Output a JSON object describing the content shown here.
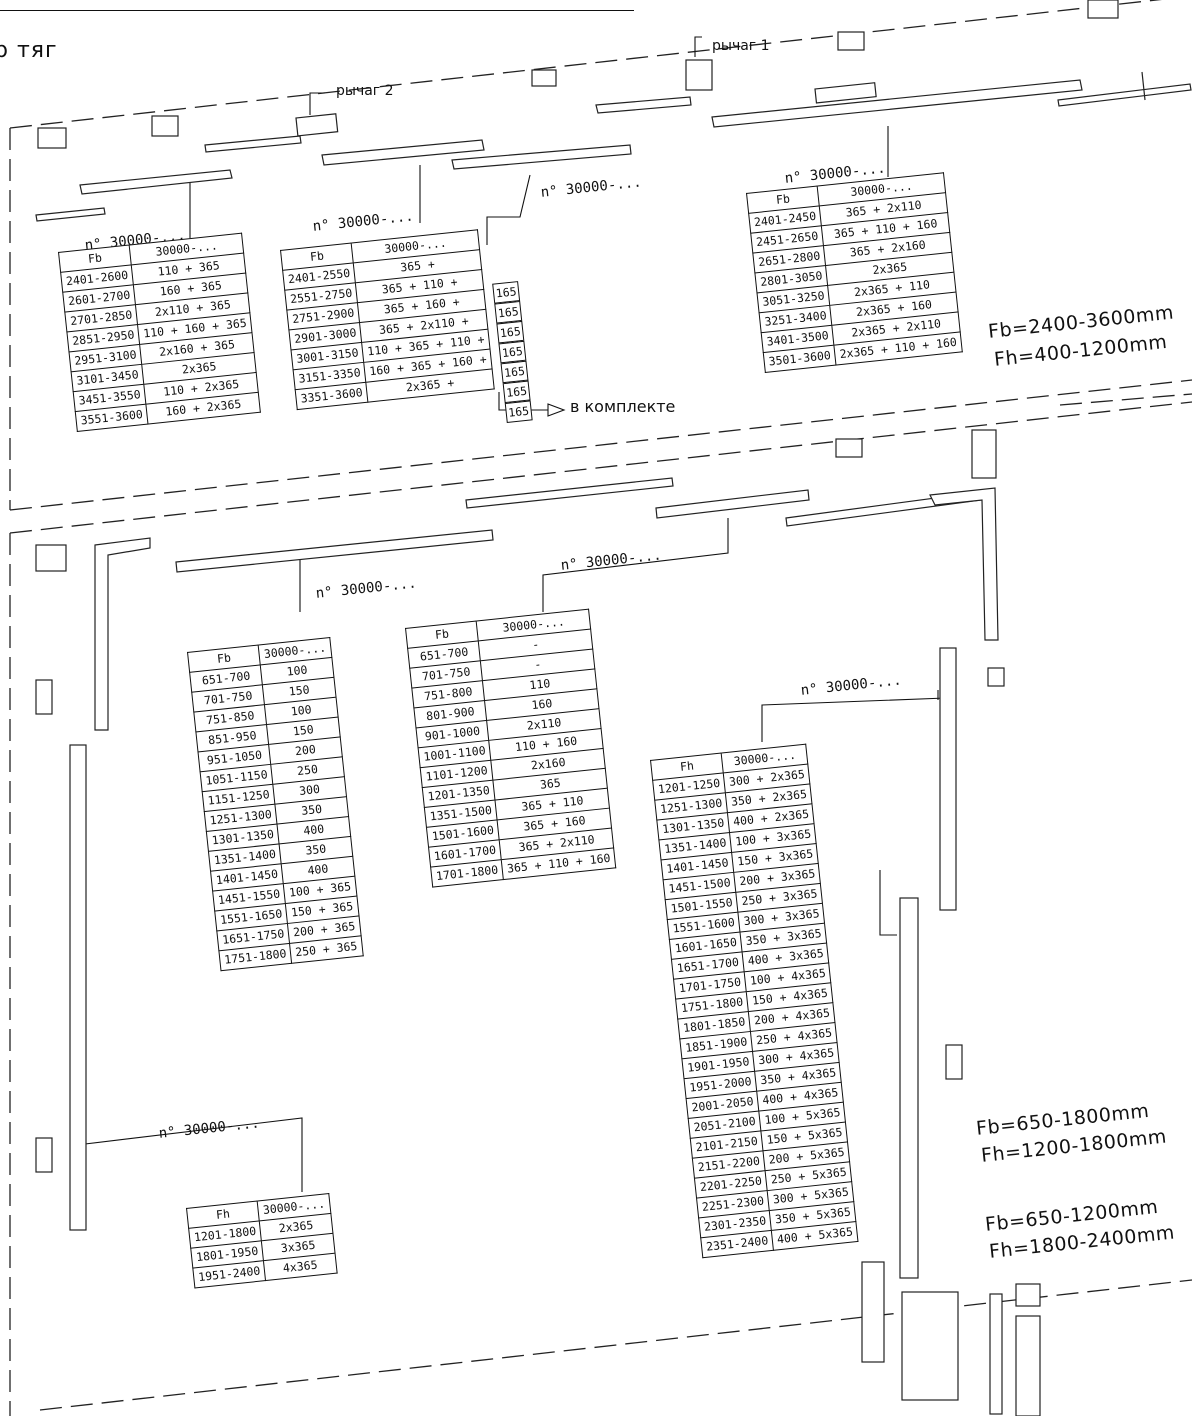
{
  "heading": "р тяг",
  "levers": {
    "lever_1": "рычаг 1",
    "lever_2": "рычаг 2"
  },
  "included_label": "в комплекте",
  "top_section": {
    "dimensions": {
      "fb": "Fb=2400-3600mm",
      "fh": "Fh=400-1200mm"
    },
    "table_a": {
      "callout": "n° 30000-...",
      "header": [
        "Fb",
        "30000-..."
      ],
      "rows": [
        [
          "2401-2600",
          "110 + 365"
        ],
        [
          "2601-2700",
          "160 + 365"
        ],
        [
          "2701-2850",
          "2x110 + 365"
        ],
        [
          "2851-2950",
          "110 + 160 + 365"
        ],
        [
          "2951-3100",
          "2x160 + 365"
        ],
        [
          "3101-3450",
          "2x365"
        ],
        [
          "3451-3550",
          "110 + 2x365"
        ],
        [
          "3551-3600",
          "160 + 2x365"
        ]
      ]
    },
    "table_b": {
      "callout": "n° 30000-...",
      "header": [
        "Fb",
        "30000-..."
      ],
      "rows": [
        [
          "2401-2550",
          "365 +"
        ],
        [
          "2551-2750",
          "365 + 110 +"
        ],
        [
          "2751-2900",
          "365 + 160 +"
        ],
        [
          "2901-3000",
          "365 + 2x110 +"
        ],
        [
          "3001-3150",
          "110 + 365 + 110 +"
        ],
        [
          "3151-3350",
          "160 + 365 + 160 +"
        ],
        [
          "3351-3600",
          "2x365 +"
        ]
      ],
      "side_callout": "n° 30000-...",
      "side_values": [
        "165",
        "165",
        "165",
        "165",
        "165",
        "165",
        "165"
      ]
    },
    "table_c": {
      "callout": "n° 30000-...",
      "header": [
        "Fb",
        "30000-..."
      ],
      "rows": [
        [
          "2401-2450",
          "365 + 2x110"
        ],
        [
          "2451-2650",
          "365 + 110 + 160"
        ],
        [
          "2651-2800",
          "365 + 2x160"
        ],
        [
          "2801-3050",
          "2x365"
        ],
        [
          "3051-3250",
          "2x365 + 110"
        ],
        [
          "3251-3400",
          "2x365 + 160"
        ],
        [
          "3401-3500",
          "2x365 + 2x110"
        ],
        [
          "3501-3600",
          "2x365 + 110 + 160"
        ]
      ]
    }
  },
  "bottom_section": {
    "dimensions": {
      "fb_1": "Fb=650-1800mm",
      "fh_1": "Fh=1200-1800mm",
      "fb_2": "Fb=650-1200mm",
      "fh_2": "Fh=1800-2400mm"
    },
    "table_d": {
      "callout": "n° 30000-...",
      "header": [
        "Fb",
        "30000-..."
      ],
      "rows": [
        [
          "651-700",
          "100"
        ],
        [
          "701-750",
          "150"
        ],
        [
          "751-850",
          "100"
        ],
        [
          "851-950",
          "150"
        ],
        [
          "951-1050",
          "200"
        ],
        [
          "1051-1150",
          "250"
        ],
        [
          "1151-1250",
          "300"
        ],
        [
          "1251-1300",
          "350"
        ],
        [
          "1301-1350",
          "400"
        ],
        [
          "1351-1400",
          "350"
        ],
        [
          "1401-1450",
          "400"
        ],
        [
          "1451-1550",
          "100 + 365"
        ],
        [
          "1551-1650",
          "150 + 365"
        ],
        [
          "1651-1750",
          "200 + 365"
        ],
        [
          "1751-1800",
          "250 + 365"
        ]
      ]
    },
    "table_e": {
      "callout": "n° 30000-...",
      "header": [
        "Fb",
        "30000-..."
      ],
      "rows": [
        [
          "651-700",
          "-"
        ],
        [
          "701-750",
          "-"
        ],
        [
          "751-800",
          "110"
        ],
        [
          "801-900",
          "160"
        ],
        [
          "901-1000",
          "2x110"
        ],
        [
          "1001-1100",
          "110 + 160"
        ],
        [
          "1101-1200",
          "2x160"
        ],
        [
          "1201-1350",
          "365"
        ],
        [
          "1351-1500",
          "365 + 110"
        ],
        [
          "1501-1600",
          "365 + 160"
        ],
        [
          "1601-1700",
          "365 + 2x110"
        ],
        [
          "1701-1800",
          "365 + 110 + 160"
        ]
      ]
    },
    "table_f": {
      "callout": "n° 30000-...",
      "header": [
        "Fh",
        "30000-..."
      ],
      "rows": [
        [
          "1201-1250",
          "300 + 2x365"
        ],
        [
          "1251-1300",
          "350 + 2x365"
        ],
        [
          "1301-1350",
          "400 + 2x365"
        ],
        [
          "1351-1400",
          "100 + 3x365"
        ],
        [
          "1401-1450",
          "150 + 3x365"
        ],
        [
          "1451-1500",
          "200 + 3x365"
        ],
        [
          "1501-1550",
          "250 + 3x365"
        ],
        [
          "1551-1600",
          "300 + 3x365"
        ],
        [
          "1601-1650",
          "350 + 3x365"
        ],
        [
          "1651-1700",
          "400 + 3x365"
        ],
        [
          "1701-1750",
          "100 + 4x365"
        ],
        [
          "1751-1800",
          "150 + 4x365"
        ],
        [
          "1801-1850",
          "200 + 4x365"
        ],
        [
          "1851-1900",
          "250 + 4x365"
        ],
        [
          "1901-1950",
          "300 + 4x365"
        ],
        [
          "1951-2000",
          "350 + 4x365"
        ],
        [
          "2001-2050",
          "400 + 4x365"
        ],
        [
          "2051-2100",
          "100 + 5x365"
        ],
        [
          "2101-2150",
          "150 + 5x365"
        ],
        [
          "2151-2200",
          "200 + 5x365"
        ],
        [
          "2201-2250",
          "250 + 5x365"
        ],
        [
          "2251-2300",
          "300 + 5x365"
        ],
        [
          "2301-2350",
          "350 + 5x365"
        ],
        [
          "2351-2400",
          "400 + 5x365"
        ]
      ]
    },
    "table_g": {
      "callout": "n° 30000-...",
      "header": [
        "Fh",
        "30000-..."
      ],
      "rows": [
        [
          "1201-1800",
          "2x365"
        ],
        [
          "1801-1950",
          "3x365"
        ],
        [
          "1951-2400",
          "4x365"
        ]
      ]
    }
  }
}
